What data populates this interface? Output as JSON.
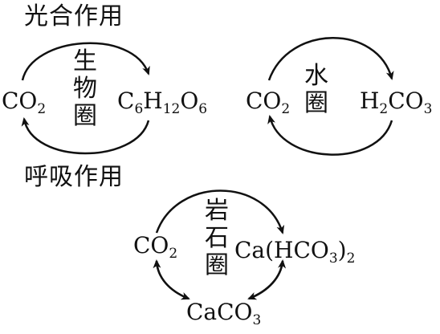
{
  "biosphere": {
    "top_label": "光合作用",
    "bottom_label": "呼吸作用",
    "center_chars": [
      "生",
      "物",
      "圈"
    ],
    "left": {
      "main": "CO",
      "sub": "2"
    },
    "right": {
      "parts": [
        {
          "t": "C",
          "s": "6"
        },
        {
          "t": "H",
          "s": "12"
        },
        {
          "t": "O",
          "s": "6"
        }
      ]
    }
  },
  "hydrosphere": {
    "center_chars": [
      "水",
      "圈"
    ],
    "left": {
      "main": "CO",
      "sub": "2"
    },
    "right": {
      "parts": [
        {
          "t": "H",
          "s": "2"
        },
        {
          "t": "CO",
          "s": "3"
        }
      ]
    }
  },
  "lithosphere": {
    "center_chars": [
      "岩",
      "石",
      "圈"
    ],
    "left": {
      "main": "CO",
      "sub": "2"
    },
    "right": {
      "pre": "Ca(HCO",
      "sub1": "3",
      "post": ")",
      "sub2": "2"
    },
    "bottom": {
      "main": "CaCO",
      "sub": "3"
    }
  }
}
